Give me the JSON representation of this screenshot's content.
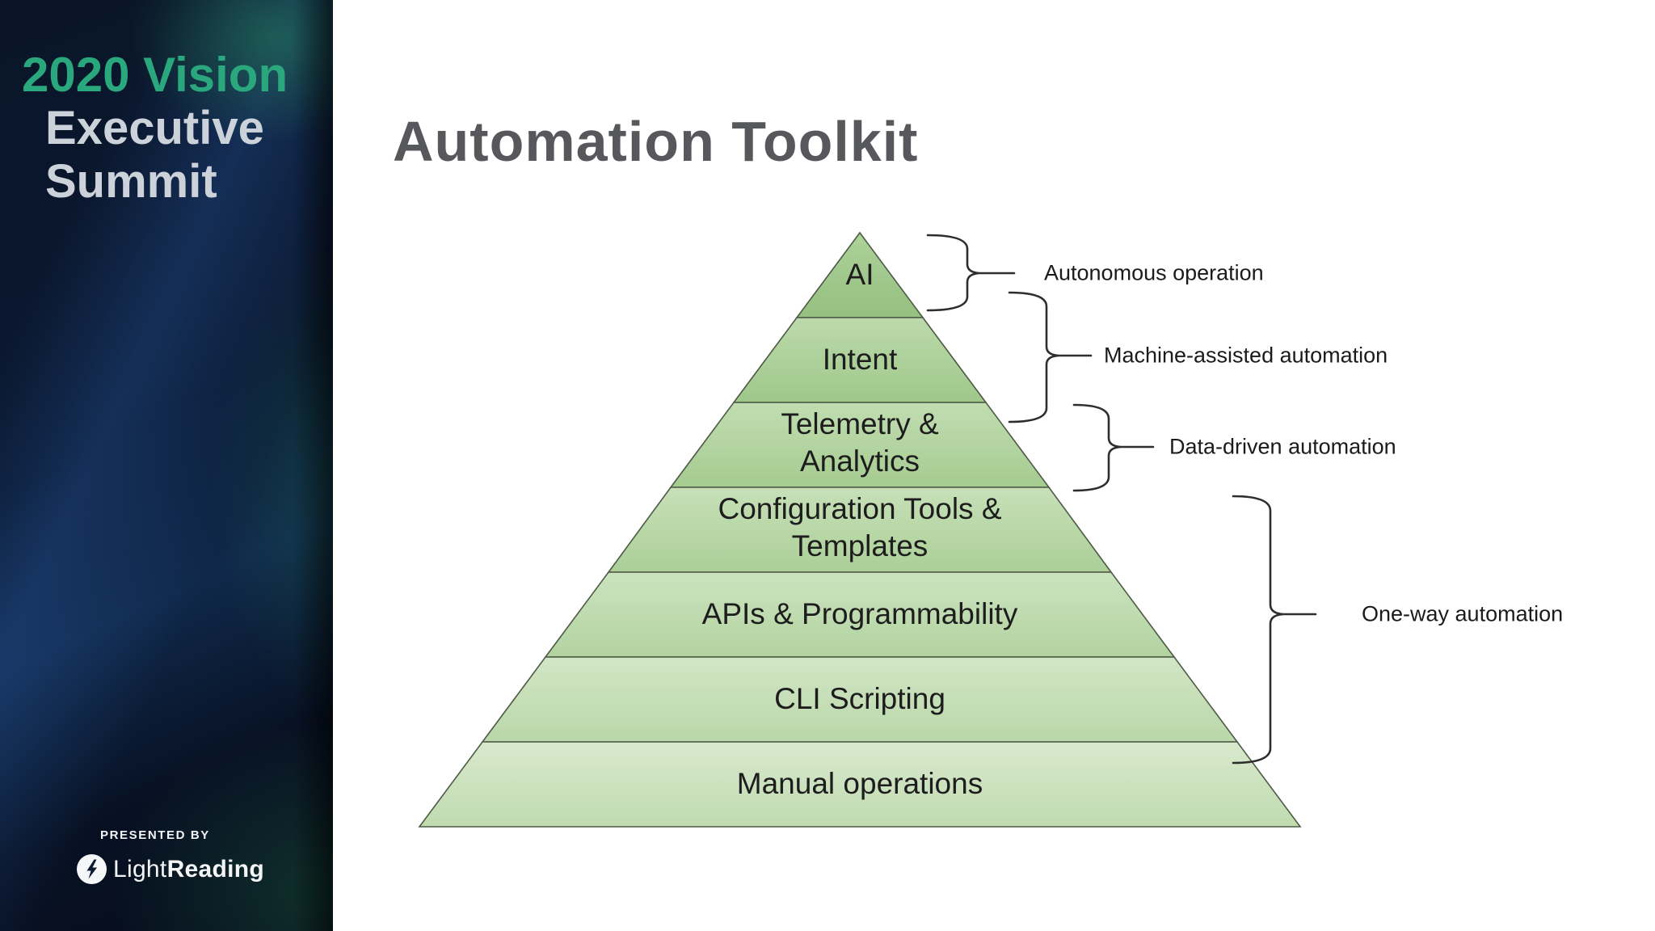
{
  "sidebar": {
    "brand_line1": "2020 Vision",
    "brand_line2": "Executive",
    "brand_line3": "Summit",
    "presented_by": "PRESENTED BY",
    "logo": {
      "light": "Light",
      "reading": "Reading"
    },
    "colors": {
      "brand_teal": "#2ba77d",
      "brand_gray": "#ccd2da",
      "background_navy": "#0a1830"
    }
  },
  "main": {
    "title": "Automation Toolkit",
    "title_color": "#57585b"
  },
  "pyramid": {
    "levels": [
      {
        "name": "ai",
        "lines": [
          "AI"
        ],
        "fill_top": "#aed29b",
        "fill_bottom": "#95bf7f"
      },
      {
        "name": "intent",
        "lines": [
          "Intent"
        ],
        "fill_top": "#bcdaab",
        "fill_bottom": "#9fc78a"
      },
      {
        "name": "telemetry",
        "lines": [
          "Telemetry &",
          "Analytics"
        ],
        "fill_top": "#c1ddb1",
        "fill_bottom": "#a5cb90"
      },
      {
        "name": "config-tools",
        "lines": [
          "Configuration Tools &",
          "Templates"
        ],
        "fill_top": "#c7e0b8",
        "fill_bottom": "#abcf97"
      },
      {
        "name": "apis",
        "lines": [
          "APIs & Programmability"
        ],
        "fill_top": "#cce3bf",
        "fill_bottom": "#b2d3a0"
      },
      {
        "name": "cli",
        "lines": [
          "CLI Scripting"
        ],
        "fill_top": "#d2e6c6",
        "fill_bottom": "#b9d7a8"
      },
      {
        "name": "manual",
        "lines": [
          "Manual operations"
        ],
        "fill_top": "#d8e9cd",
        "fill_bottom": "#c0dbb0"
      }
    ],
    "outline_color": "#4d5a45",
    "annotations": [
      {
        "label": "Autonomous operation",
        "spans_levels": [
          "AI"
        ]
      },
      {
        "label": "Machine-assisted automation",
        "spans_levels": [
          "Intent"
        ]
      },
      {
        "label": "Data-driven automation",
        "spans_levels": [
          "Telemetry & Analytics"
        ]
      },
      {
        "label": "One-way automation",
        "spans_levels": [
          "Configuration Tools & Templates",
          "APIs & Programmability",
          "CLI Scripting"
        ]
      }
    ],
    "brace_color": "#2e2e2e"
  }
}
